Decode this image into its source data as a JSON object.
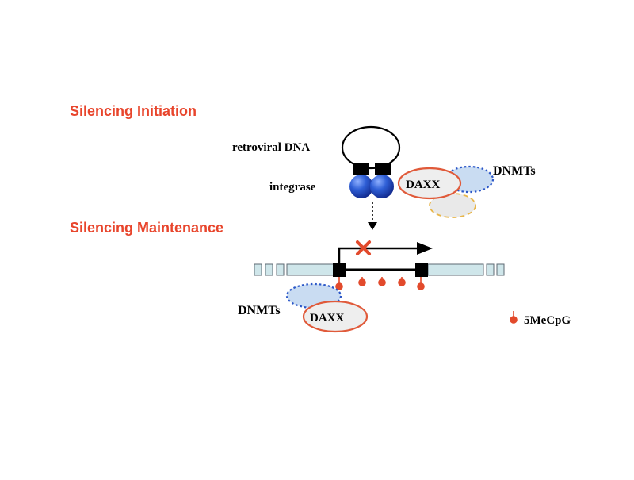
{
  "headings": {
    "initiation": "Silencing Initiation",
    "maintenance": "Silencing Maintenance"
  },
  "labels": {
    "retroviral_dna": "retroviral DNA",
    "integrase": "integrase",
    "daxx_top": "DAXX",
    "dnmts_top": "DNMTs",
    "daxx_bottom": "DAXX",
    "dnmts_bottom": "DNMTs",
    "legend_5mecpg": "5MeCpG"
  },
  "colors": {
    "heading": "#e8452c",
    "daxx_ring": "#e05a3a",
    "dnmts_fill": "#c9dcf2",
    "dnmts_dots": "#2b57c8",
    "integrase_blue": "#2a52c6",
    "dna_fill": "#cfe6ea",
    "methyl": "#e24a2c",
    "grey_blob": "#e9e9e9",
    "grey_blob_dash": "#e8b64a"
  }
}
